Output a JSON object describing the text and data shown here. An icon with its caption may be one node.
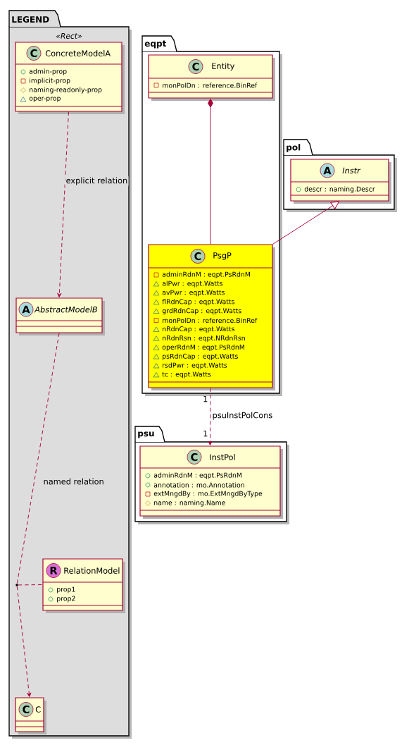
{
  "diagram": {
    "nodes": [
      {
        "text": [
          "LEGEND",
          "«Rect»"
        ]
      },
      {
        "text": [
          "C",
          "ConcreteModelA",
          "admin-prop",
          "implicit-prop",
          "naming-readonly-prop",
          "oper-prop"
        ],
        "in": 0
      },
      {
        "text": [
          "A",
          "AbstractModelB"
        ],
        "in": 0
      },
      {
        "text": [
          "R",
          "RelationModel",
          "prop1",
          "prop2"
        ],
        "in": 0
      },
      {
        "text": [],
        "shape": "circle",
        "in": 0
      },
      {
        "text": [
          "C",
          "C"
        ],
        "in": 0
      },
      {
        "text": [
          "eqpt"
        ]
      },
      {
        "text": [
          "C",
          "Entity",
          "monPolDn : reference.BinRef"
        ],
        "in": 6
      },
      {
        "text": [
          "C",
          "PsgP",
          "adminRdnM : eqpt.PsRdnM",
          "alPwr : eqpt.Watts",
          "avPwr : eqpt.Watts",
          "flRdnCap : eqpt.Watts",
          "grdRdnCap : eqpt.Watts",
          "monPolDn : reference.BinRef",
          "nRdnCap : eqpt.Watts",
          "nRdnRsn : eqpt.NRdnRsn",
          "operRdnM : eqpt.PsRdnM",
          "psRdnCap : eqpt.Watts",
          "rsdPwr : eqpt.Watts",
          "tc : eqpt.Watts"
        ],
        "in": 6
      },
      {
        "text": [
          "pol"
        ]
      },
      {
        "text": [
          "A",
          "Instr",
          "descr : naming.Descr"
        ],
        "in": 9
      },
      {
        "text": [
          "psu"
        ]
      },
      {
        "text": [
          "C",
          "InstPol",
          "adminRdnM : eqpt.PsRdnM",
          "annotation : mo.Annotation",
          "extMngdBy : mo.ExtMngdByType",
          "name : naming.Name"
        ],
        "in": 11
      }
    ],
    "edges": [
      {
        "from": 1,
        "to": 2,
        "arrow": "to",
        "style": "dashed",
        "label": "explicit relation"
      },
      {
        "from": 2,
        "to": 4,
        "arrow": "none",
        "style": "dashed",
        "label": "named relation"
      },
      {
        "from": 4,
        "to": 5,
        "arrow": "to",
        "style": "dashed"
      },
      {
        "from": 4,
        "to": 3,
        "arrow": "none",
        "style": "dashed"
      },
      {
        "from": 7,
        "to": 8,
        "arrow": "other"
      },
      {
        "from": 8,
        "to": 10,
        "arrow": "to"
      },
      {
        "from": 8,
        "to": 12,
        "arrow": "to",
        "style": "dashed",
        "label": "psuInstPolCons"
      }
    ],
    "labels": [
      "1",
      "1"
    ]
  }
}
